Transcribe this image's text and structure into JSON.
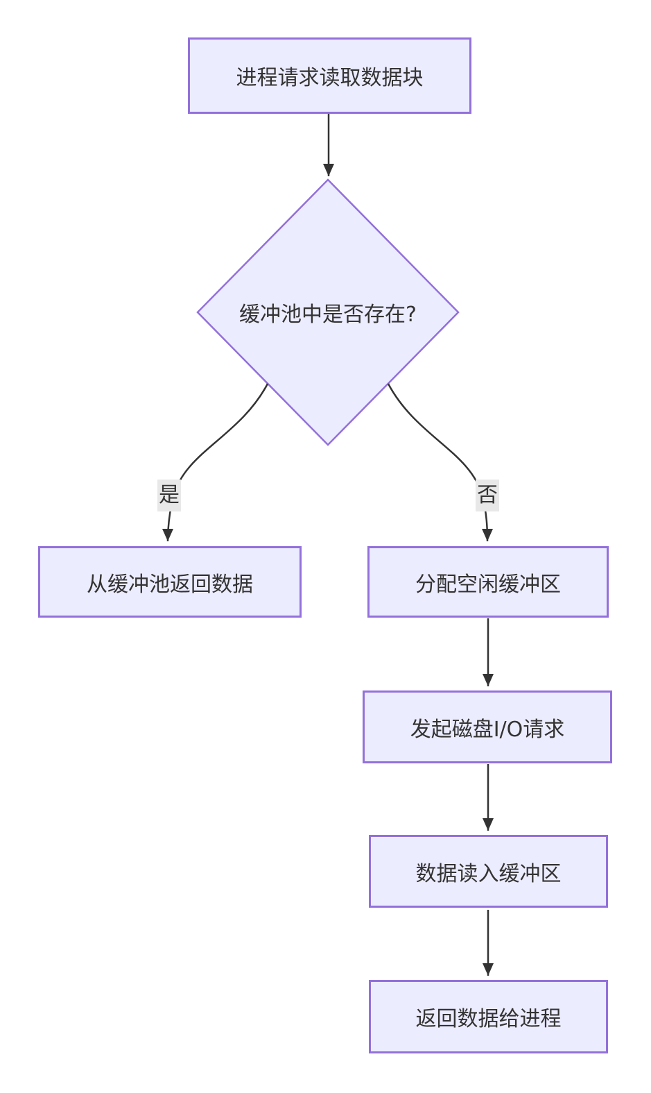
{
  "diagram": {
    "type": "flowchart",
    "direction": "top-down",
    "nodes": {
      "request": {
        "label": "进程请求读取数据块",
        "shape": "rect"
      },
      "decision": {
        "label": "缓冲池中是否存在?",
        "shape": "diamond"
      },
      "return_pool": {
        "label": "从缓冲池返回数据",
        "shape": "rect"
      },
      "alloc": {
        "label": "分配空闲缓冲区",
        "shape": "rect"
      },
      "disk_io": {
        "label": "发起磁盘I/O请求",
        "shape": "rect"
      },
      "read_buffer": {
        "label": "数据读入缓冲区",
        "shape": "rect"
      },
      "return_process": {
        "label": "返回数据给进程",
        "shape": "rect"
      }
    },
    "edge_labels": {
      "yes": "是",
      "no": "否"
    },
    "edges": [
      {
        "from": "request",
        "to": "decision",
        "label": ""
      },
      {
        "from": "decision",
        "to": "return_pool",
        "label": "是"
      },
      {
        "from": "decision",
        "to": "alloc",
        "label": "否"
      },
      {
        "from": "alloc",
        "to": "disk_io",
        "label": ""
      },
      {
        "from": "disk_io",
        "to": "read_buffer",
        "label": ""
      },
      {
        "from": "read_buffer",
        "to": "return_process",
        "label": ""
      }
    ],
    "colors": {
      "node_fill": "#ECECFF",
      "node_border": "#9370DB",
      "edge": "#333333",
      "text": "#333333",
      "edge_label_bg": "#e8e8e8",
      "background": "#ffffff"
    }
  }
}
